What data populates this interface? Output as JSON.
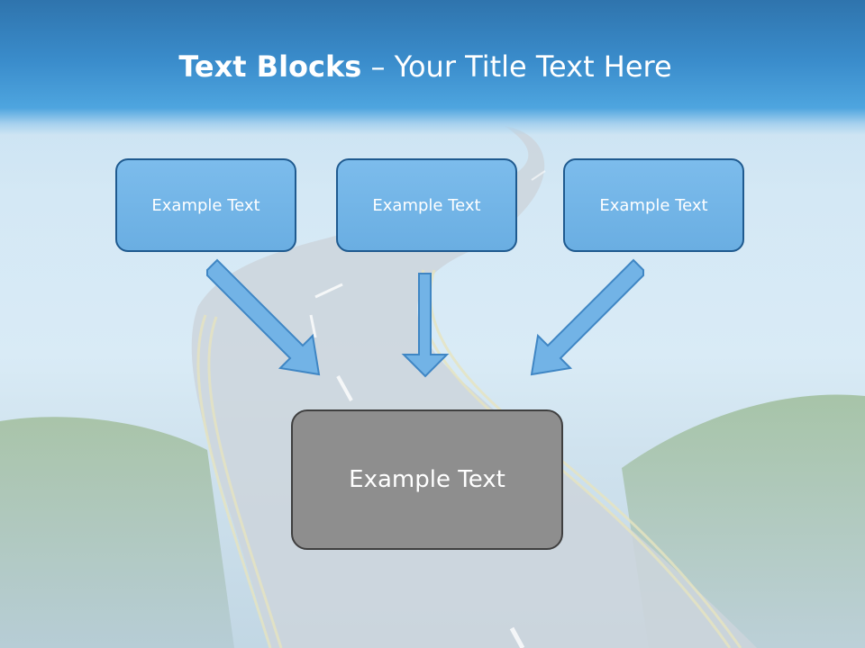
{
  "title": {
    "bold": "Text Blocks",
    "dash": " – ",
    "rest": "Your Title Text Here"
  },
  "boxes": [
    {
      "label": "Example Text"
    },
    {
      "label": "Example Text"
    },
    {
      "label": "Example Text"
    }
  ],
  "center": {
    "label": "Example Text"
  },
  "colors": {
    "header": "#3a8ccb",
    "box_fill": "#6aaee2",
    "box_border": "#1f5a8f",
    "center_fill": "#8e8e8e",
    "arrow_fill": "#72b3e6"
  }
}
